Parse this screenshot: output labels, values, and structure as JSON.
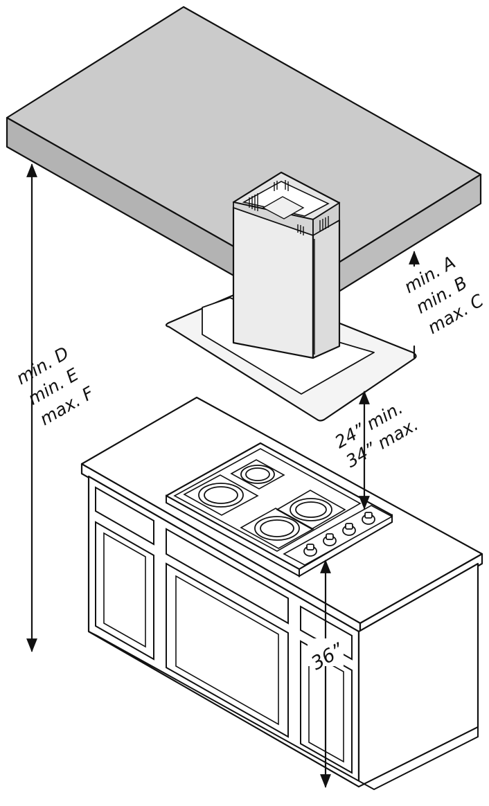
{
  "diagram": {
    "hood_clearance_labels": {
      "line1": "min.  A",
      "line2": "min.  B",
      "line3": "max. C"
    },
    "ceiling_height_labels": {
      "line1": "min.  D",
      "line2": "min.  E",
      "line3": "max.  F"
    },
    "cooktop_clearance_labels": {
      "line1": "24” min.",
      "line2": "34” max."
    },
    "counter_height_label": "36”",
    "colors": {
      "ceiling_fill": "#c8c8c8",
      "line": "#111111",
      "background": "#ffffff"
    }
  }
}
